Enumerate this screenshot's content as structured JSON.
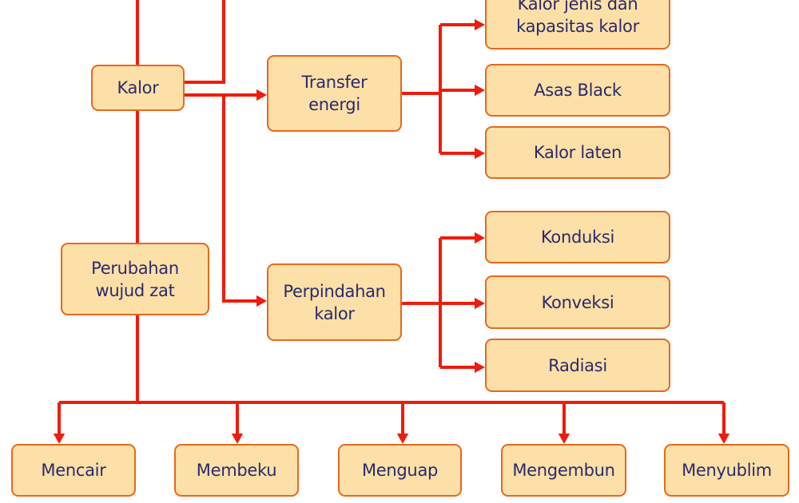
{
  "colors": {
    "connector": "#ee1c0c",
    "box_fill": "#fde0a8",
    "box_border": "#e8681c",
    "text": "#2a2a6a"
  },
  "nodes": {
    "kalor": "Kalor",
    "transfer_energi": "Transfer\nenergi",
    "perpindahan_kalor": "Perpindahan\nkalor",
    "perubahan_wujud": "Perubahan\nwujud zat",
    "kalor_jenis": "Kalor jenis dan\nkapasitas kalor",
    "asas_black": "Asas Black",
    "kalor_laten": "Kalor laten",
    "konduksi": "Konduksi",
    "konveksi": "Konveksi",
    "radiasi": "Radiasi",
    "mencair": "Mencair",
    "membeku": "Membeku",
    "menguap": "Menguap",
    "mengembun": "Mengembun",
    "menyublim": "Menyublim"
  }
}
